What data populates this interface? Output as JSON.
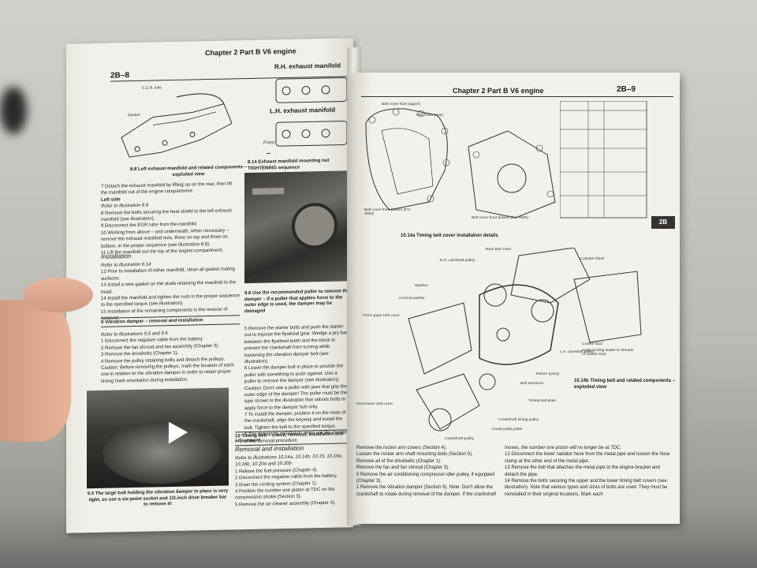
{
  "left_page": {
    "page_number": "2B–8",
    "chapter_header": "Chapter 2  Part B   V6 engine",
    "fig_rh_title": "R.H. exhaust manifold",
    "fig_lh_title": "L.H. exhaust manifold",
    "front_label": "Front",
    "egr_label": "E.G.R. tube",
    "gasket_label": "Gasket",
    "cap_8_8": "8.8  Left exhaust manifold and related components – exploded view",
    "cap_8_14": "8.14  Exhaust manifold mounting nut TIGHTENING sequence",
    "cap_9_6": "9.6  Use the recommended puller to remove the damper – if a puller that applies force to the outer edge is used, the damper may be damaged",
    "cap_9_5": "9.5  The large bolt holding the vibration damper in place is very tight, so use a six-point socket and 1/2-inch drive breaker bar to remove it!",
    "para_removal": [
      "7   Detach the exhaust manifold by lifting up on the rear, then lift the manifold out of the engine compartment.",
      "Left side",
      "Refer to illustration 8.8",
      "8   Remove the bolts securing the heat shield to the left exhaust manifold (see illustration).",
      "9   Disconnect the EGR tube from the manifold.",
      "10  Working from above – and underneath, when necessary – remove the exhaust manifold nuts, three on top and three on bottom, in the proper sequence (see illustration 8.8).",
      "11  Lift the manifold out the top of the engine compartment."
    ],
    "install_heading": "Installation",
    "install_ref": "Refer to illustration 8.14",
    "para_install": [
      "12  Prior to installation of either manifold, clean all gasket mating surfaces.",
      "13  Install a new gasket on the studs retaining the manifold to the head.",
      "14  Install the manifold and tighten the nuts in the proper sequence to the specified torque (see illustration).",
      "15  Installation of the remaining components is the reverse of removal."
    ],
    "section9_heading": "9   Vibration damper – removal and installation",
    "section9_ref": "Refer to illustrations 9.5 and 9.6",
    "para_section9": [
      "1   Disconnect the negative cable from the battery.",
      "2   Remove the fan shroud and fan assembly (Chapter 3).",
      "3   Remove the drivebelts (Chapter 1).",
      "4   Remove the pulley retaining bolts and detach the pulleys. Caution: Before removing the pulleys, mark the location of each one in relation to the vibration damper in order to retain proper timing mark orientation during installation."
    ],
    "para_right_col": [
      "5   Remove the starter bolts and push the starter out to expose the flywheel gear. Wedge a pry bar between the flywheel teeth and the block to prevent the crankshaft from turning while loosening the vibration damper bolt (see illustration).",
      "6   Leave the damper bolt in place to provide the puller with something to push against. Use a puller to remove the damper (see illustration). Caution: Don't use a puller with jaws that grip the outer edge of the damper! The puller must be the type shown in the illustration that utilizes bolts to apply force to the damper hub only.",
      "7   To install the damper, position it on the nose of the crankshaft, align the keyway and install the bolt. Tighten the bolt to the specified torque.",
      "8   The remaining installation steps are the reverse of the removal procedure."
    ],
    "section10_heading": "10  Timing belt – check, removal, installation and adjustment",
    "removal_heading": "Removal and installation",
    "removal_ref": "Refer to illustrations 10.14a, 10.14b, 10.15, 10.16a, 10.16b, 10.20a and 10.20b",
    "para_section10": [
      "1   Relieve the fuel pressure (Chapter 4).",
      "2   Disconnect the negative cable from the battery.",
      "3   Drain the cooling system (Chapter 1).",
      "4   Position the number one piston at TDC on the compression stroke (Section 3).",
      "5   Remove the air cleaner assembly (Chapter 4)."
    ]
  },
  "right_page": {
    "chapter_header": "Chapter 2  Part B   V6 engine",
    "page_number": "2B–9",
    "side_tab": "2B",
    "cap_10_14a": "10.14a  Timing belt cover installation details",
    "cap_10_14b": "10.14b  Timing belt and related components – exploded view",
    "fig_labels_a": [
      "Belt cover front (upper)",
      "Belt cover (rear)",
      "Belt cover front (lower) (For 2WD)",
      "Belt cover front (lower) (For 4WD)"
    ],
    "fig_labels_b": [
      "Rear belt cover",
      "R.H. camshaft pulley",
      "Cylinder block",
      "Washer",
      "Conical washer",
      "Front upper belt cover",
      "L.H. camshaft pulley",
      "Return spring",
      "Belt tensioner",
      "Timing belt plate",
      "Front lower belt cover",
      "Crankshaft timing pulley",
      "Crank pulley plate",
      "Crankshaft pulley",
      "Coarse stud",
      "Apply locking sealer to threads of coarse stud."
    ],
    "para_col1": [
      "Remove the rocker arm covers (Section 4).",
      "Loosen the rocker arm shaft mounting bolts (Section 5).",
      "Remove all of the drivebelts (Chapter 1).",
      "Remove the fan and fan shroud (Chapter 3).",
      "0  Remove the air conditioning compressor idler pulley, if equipped (Chapter 3).",
      "1  Remove the vibration damper (Section 9). Note: Don't allow the crankshaft to rotate during removal of the damper. If the crankshaft"
    ],
    "para_col2": [
      "moves, the number one piston will no longer be at TDC.",
      "12  Disconnect the lower radiator hose from the metal pipe and loosen the hose clamp at the other end of the metal pipe.",
      "13  Remove the bolt that attaches the metal pipe to the engine bracket and detach the pipe.",
      "14  Remove the bolts securing the upper and the lower timing belt covers (see illustration). Note that various types and sizes of bolts are used. They must be reinstalled in their original locations. Mark each"
    ]
  }
}
